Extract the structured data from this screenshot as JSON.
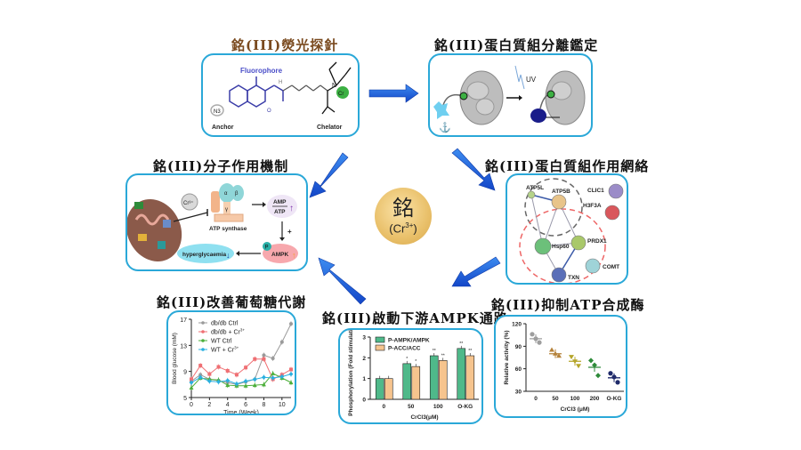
{
  "center": {
    "label": "銘",
    "ion": "(Cr",
    "ion_charge": "3+",
    "ion_close": ")"
  },
  "panels": {
    "probe": {
      "title": "銘(III)熒光探針",
      "labels": {
        "fluorophore": "Fluorophore",
        "anchor": "Anchor",
        "chelator": "Chelator",
        "azide": "N3",
        "cr": "Cr",
        "nh": "H",
        "n": "N"
      }
    },
    "proteome": {
      "title": "銘(III)蛋白質組分離鑑定",
      "labels": {
        "uv": "UV"
      }
    },
    "mechanism": {
      "title": "銘(III)分子作用機制",
      "labels": {
        "cr": "Cr³⁺",
        "atp_synthase": "ATP synthase",
        "alpha": "α",
        "beta": "β",
        "gamma": "γ",
        "amp": "AMP",
        "atp": "ATP",
        "plus": "+",
        "ampk": "AMPK",
        "p": "P",
        "hyperglycaemia": "hyperglycaemia"
      }
    },
    "network": {
      "title": "銘(III)蛋白質組作用網絡",
      "nodes": [
        {
          "name": "ATP5L",
          "color": "#b5d38a"
        },
        {
          "name": "ATP5B",
          "color": "#e8c48a"
        },
        {
          "name": "CLIC1",
          "color": "#9b8cc8"
        },
        {
          "name": "H3F3A",
          "color": "#d9575c"
        },
        {
          "name": "Hsp60",
          "color": "#6cc07a"
        },
        {
          "name": "PRDX1",
          "color": "#a9c86a"
        },
        {
          "name": "COMT",
          "color": "#9fd3d8"
        },
        {
          "name": "TXN",
          "color": "#5a6fb8"
        }
      ]
    },
    "glucose": {
      "title": "銘(III)改善葡萄糖代謝"
    },
    "ampk_pathway": {
      "title": "銘(III)啟動下游AMPK通路"
    },
    "atp_inhibit": {
      "title": "銘(III)抑制ATP合成酶"
    }
  },
  "chart_data": [
    {
      "id": "glucose",
      "type": "line",
      "title": "",
      "xlabel": "Time (Week)",
      "ylabel": "Blood glucose (mM)",
      "xlim": [
        0,
        11
      ],
      "ylim": [
        5,
        17
      ],
      "xticks": [
        0,
        2,
        4,
        6,
        8,
        10
      ],
      "yticks": [
        5,
        9,
        13,
        17
      ],
      "legend_position": "top-left",
      "x": [
        0,
        1,
        2,
        3,
        4,
        5,
        6,
        7,
        8,
        9,
        10,
        11
      ],
      "series": [
        {
          "name": "db/db Ctrl",
          "color": "#9a9a9a",
          "marker": "circle",
          "values": [
            7.5,
            8.5,
            7.8,
            7.6,
            7.3,
            7.0,
            7.4,
            7.8,
            11.5,
            11.0,
            13.5,
            16.3
          ]
        },
        {
          "name": "db/db + Cr",
          "sup": "3+",
          "color": "#ef6f73",
          "marker": "square",
          "values": [
            7.8,
            9.9,
            8.6,
            9.7,
            9.1,
            8.5,
            9.6,
            10.9,
            10.9,
            7.8,
            8.5,
            9.3
          ]
        },
        {
          "name": "WT Ctrl",
          "color": "#4caf3a",
          "marker": "triangle",
          "values": [
            6.5,
            8.0,
            7.8,
            7.7,
            6.9,
            6.8,
            6.8,
            6.9,
            7.0,
            8.7,
            8.0,
            7.3
          ]
        },
        {
          "name": "WT + Cr",
          "sup": "3+",
          "color": "#2ab0e0",
          "marker": "diamond",
          "values": [
            7.3,
            8.1,
            7.5,
            7.4,
            7.6,
            7.1,
            7.5,
            7.8,
            8.1,
            8.0,
            8.2,
            8.6
          ]
        }
      ]
    },
    {
      "id": "ampk",
      "type": "bar",
      "xlabel": "CrCl3(μM)",
      "ylabel": "Phosphorylation (Fold stimulation)",
      "ylim": [
        0,
        3
      ],
      "yticks": [
        0,
        1,
        2,
        3
      ],
      "legend_position": "top-left",
      "categories": [
        "0",
        "50",
        "100",
        "O-KG"
      ],
      "series": [
        {
          "name": "P-AMPK/AMPK",
          "color": "#4fb98a",
          "values": [
            1.0,
            1.72,
            2.1,
            2.45
          ],
          "sig": [
            "",
            "*",
            "**",
            "**"
          ]
        },
        {
          "name": "P-ACC/ACC",
          "color": "#f6c48e",
          "values": [
            1.0,
            1.58,
            1.87,
            2.1
          ],
          "sig": [
            "",
            "*",
            "**",
            "**"
          ]
        }
      ]
    },
    {
      "id": "atp_activity",
      "type": "scatter",
      "xlabel": "CrCl3 (μM)",
      "ylabel": "Relative activity (%)",
      "ylim": [
        30,
        120
      ],
      "yticks": [
        30,
        60,
        90,
        120
      ],
      "categories": [
        "0",
        "50",
        "100",
        "200",
        "O-KG"
      ],
      "series": [
        {
          "name": "0",
          "color": "#9e9e9e",
          "marker": "circle",
          "points": [
            106,
            100,
            95
          ],
          "mean": 100
        },
        {
          "name": "50",
          "color": "#b5823a",
          "marker": "triangle",
          "points": [
            85,
            80,
            77
          ],
          "mean": 80
        },
        {
          "name": "100",
          "color": "#b5a52a",
          "marker": "invtriangle",
          "points": [
            76,
            70,
            64
          ],
          "mean": 70
        },
        {
          "name": "200",
          "color": "#2e8b3a",
          "marker": "diamond",
          "points": [
            71,
            65,
            51
          ],
          "mean": 62
        },
        {
          "name": "O-KG",
          "color": "#1f2a6a",
          "marker": "circle",
          "points": [
            54,
            49,
            42
          ],
          "mean": 48
        }
      ]
    }
  ]
}
